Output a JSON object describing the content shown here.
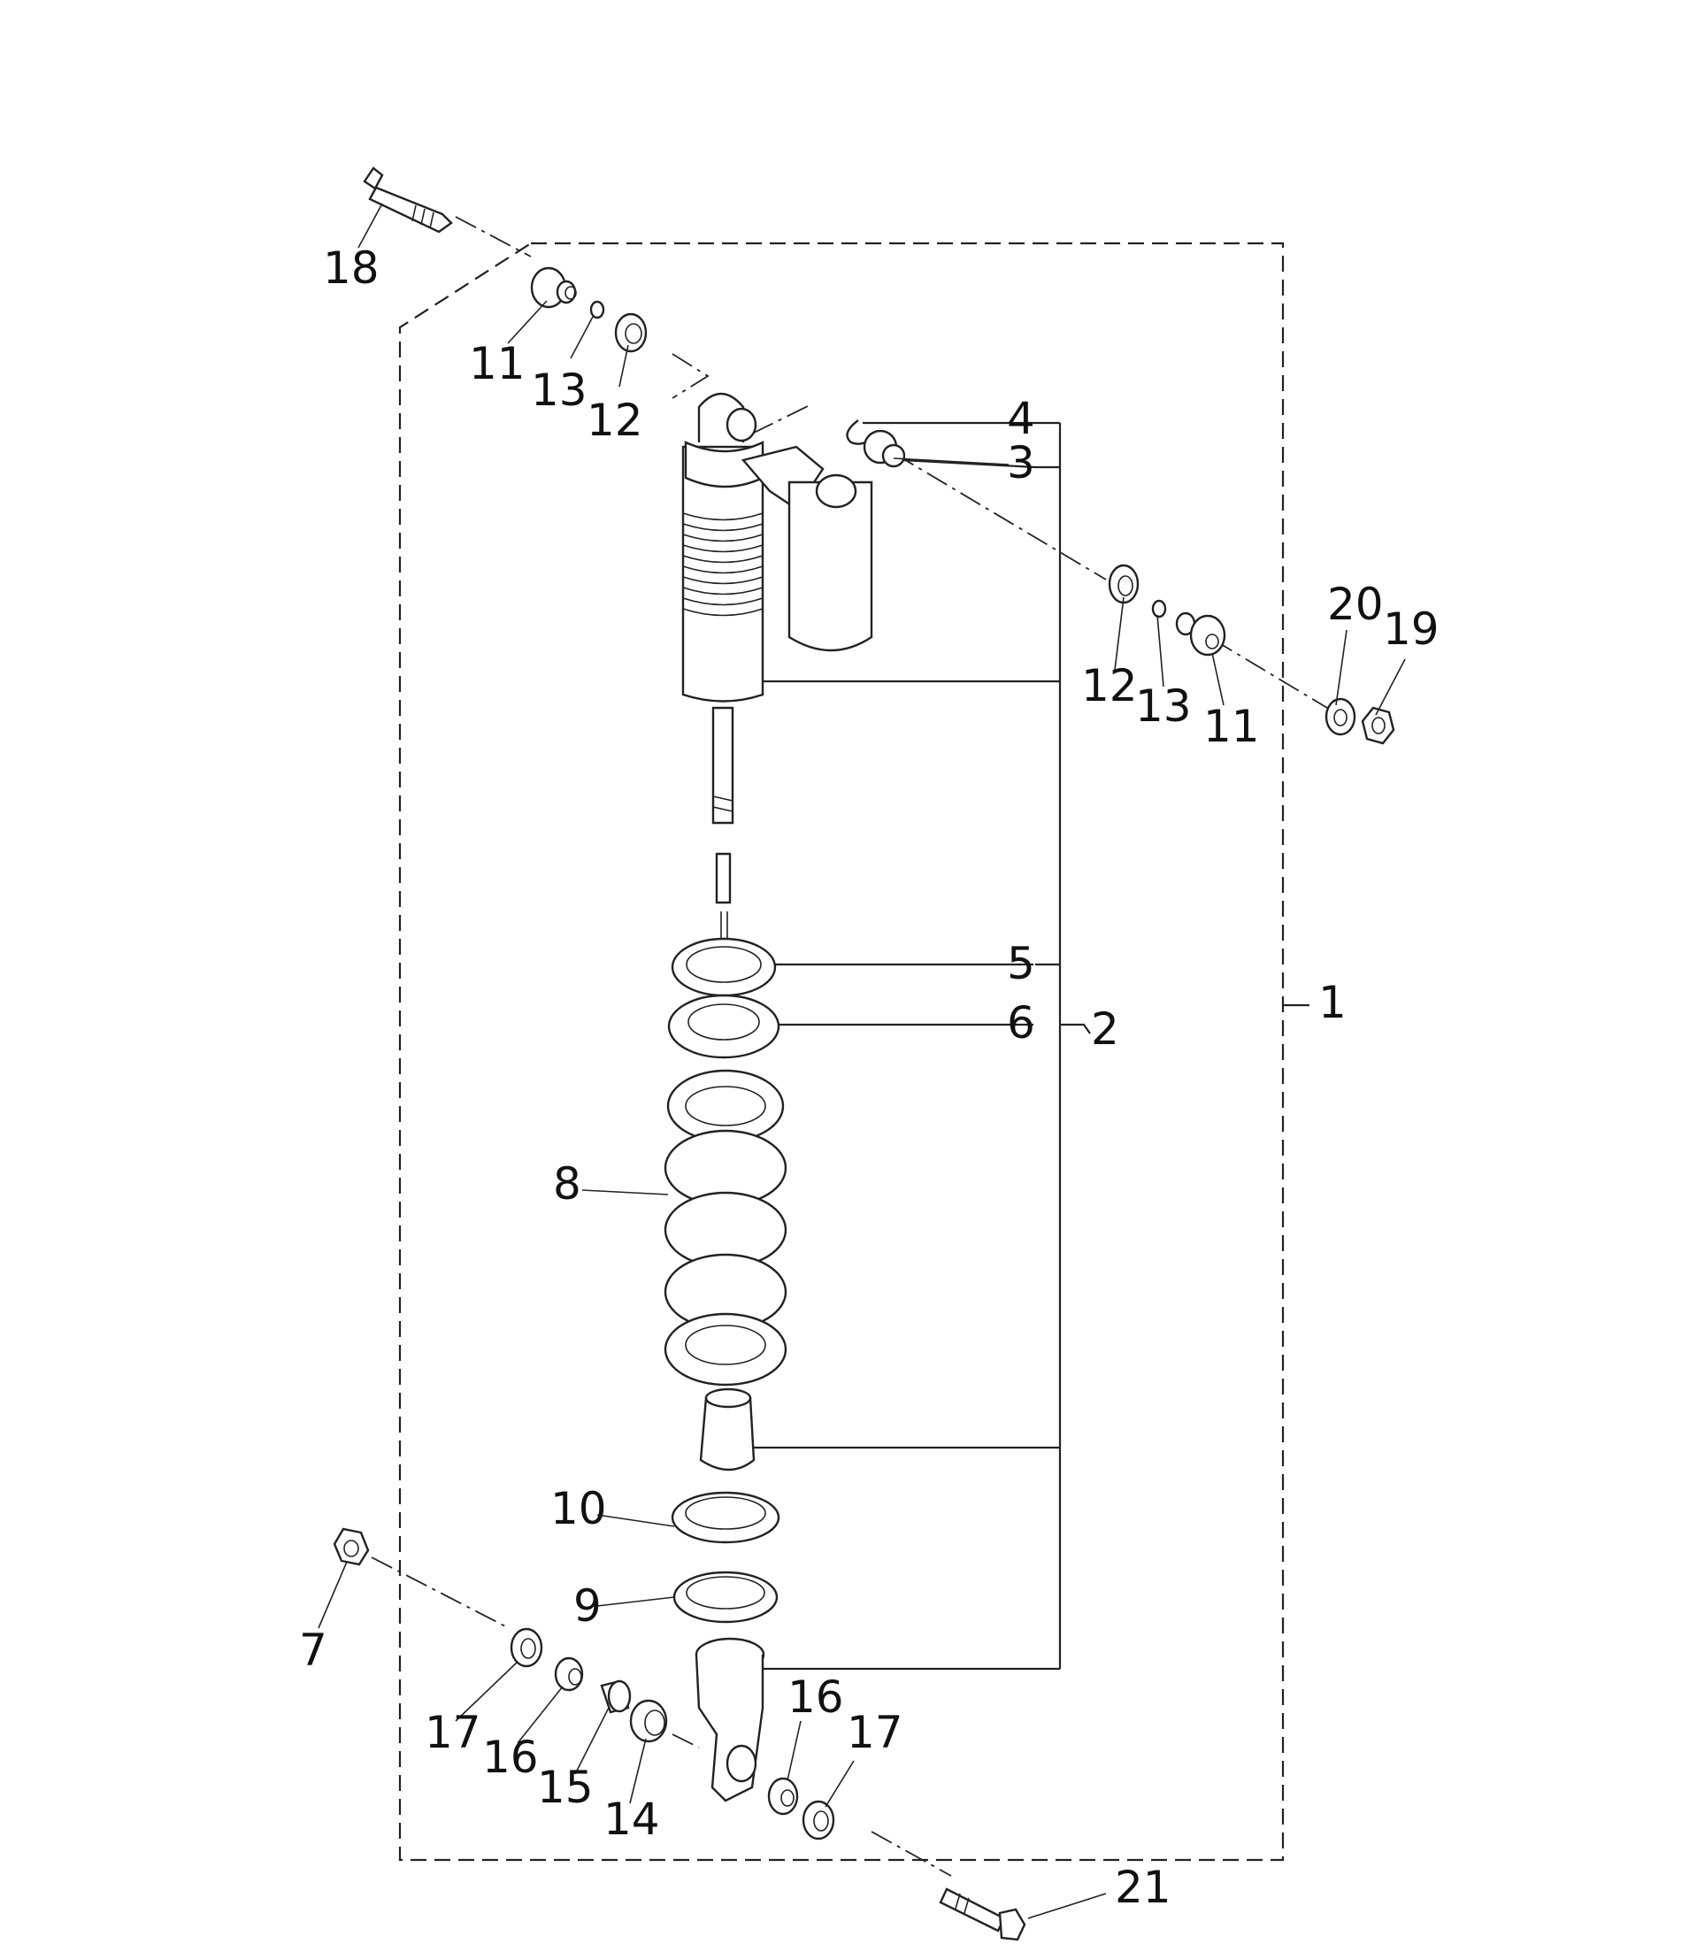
{
  "callouts": {
    "c1": "1",
    "c2": "2",
    "c3": "3",
    "c4": "4",
    "c5": "5",
    "c6": "6",
    "c7": "7",
    "c8": "8",
    "c9": "9",
    "c10": "10",
    "c11a": "11",
    "c11b": "11",
    "c12a": "12",
    "c12b": "12",
    "c13a": "13",
    "c13b": "13",
    "c14": "14",
    "c15": "15",
    "c16a": "16",
    "c16b": "16",
    "c17a": "17",
    "c17b": "17",
    "c18": "18",
    "c19": "19",
    "c20": "20",
    "c21": "21"
  }
}
